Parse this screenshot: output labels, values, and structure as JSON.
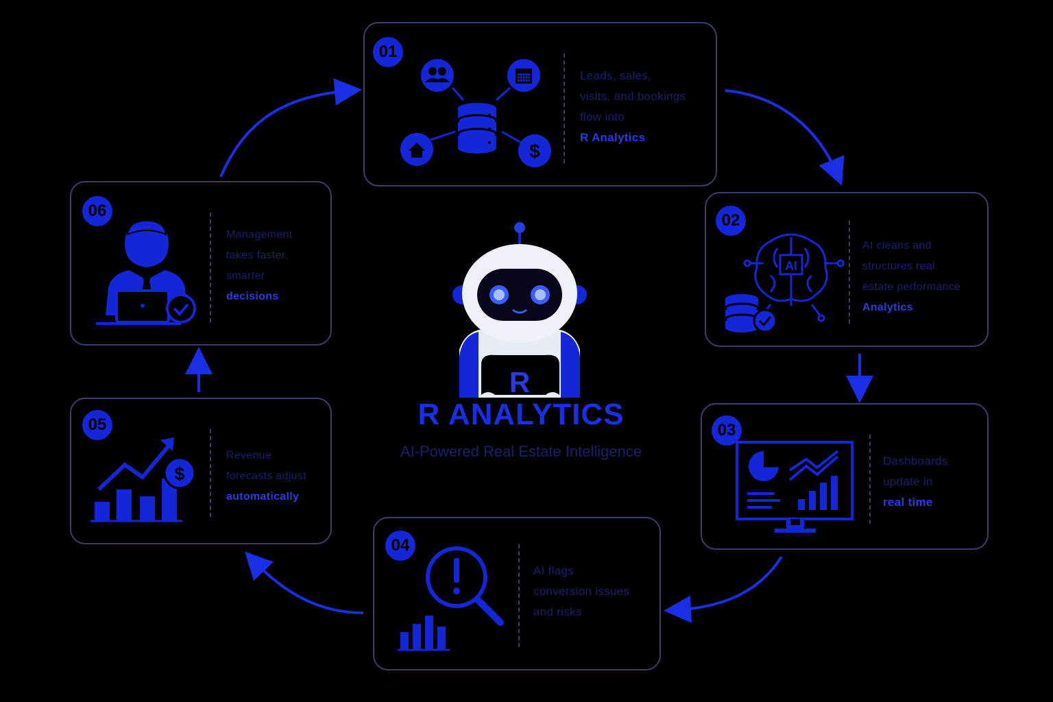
{
  "brand": {
    "title": "R ANALYTICS",
    "subtitle": "AI-Powered Real Estate Intelligence",
    "robot_letter": "R"
  },
  "colors": {
    "accent": "#1426d8",
    "card_border": "#3a3f6e",
    "dim_text": "#1a1f70",
    "background": "#000000"
  },
  "steps": [
    {
      "number": "01",
      "lines": [
        "Leads, sales,",
        "visits, and bookings",
        "flow into"
      ],
      "highlight": "R Analytics",
      "icons": [
        "users-icon",
        "calendar-icon",
        "database-icon",
        "home-icon",
        "dollar-icon"
      ]
    },
    {
      "number": "02",
      "lines": [
        "AI cleans and",
        "structures real",
        "estate performance"
      ],
      "highlight": "Analytics",
      "icons": [
        "ai-brain-icon",
        "database-check-icon"
      ],
      "ai_label": "AI"
    },
    {
      "number": "03",
      "lines": [
        "Dashboards",
        "update in"
      ],
      "highlight": "real time",
      "icons": [
        "dashboard-monitor-icon"
      ]
    },
    {
      "number": "04",
      "lines": [
        "AI flags",
        "conversion issues",
        "and risks"
      ],
      "highlight": "",
      "icons": [
        "magnifier-alert-icon",
        "bar-chart-icon"
      ]
    },
    {
      "number": "05",
      "lines": [
        "Revenue",
        "forecasts adjust"
      ],
      "highlight": "automatically",
      "icons": [
        "growth-chart-icon",
        "dollar-icon"
      ]
    },
    {
      "number": "06",
      "lines": [
        "Management",
        "takes faster,",
        "smarter"
      ],
      "highlight": "decisions",
      "icons": [
        "manager-laptop-icon",
        "check-icon"
      ]
    }
  ]
}
